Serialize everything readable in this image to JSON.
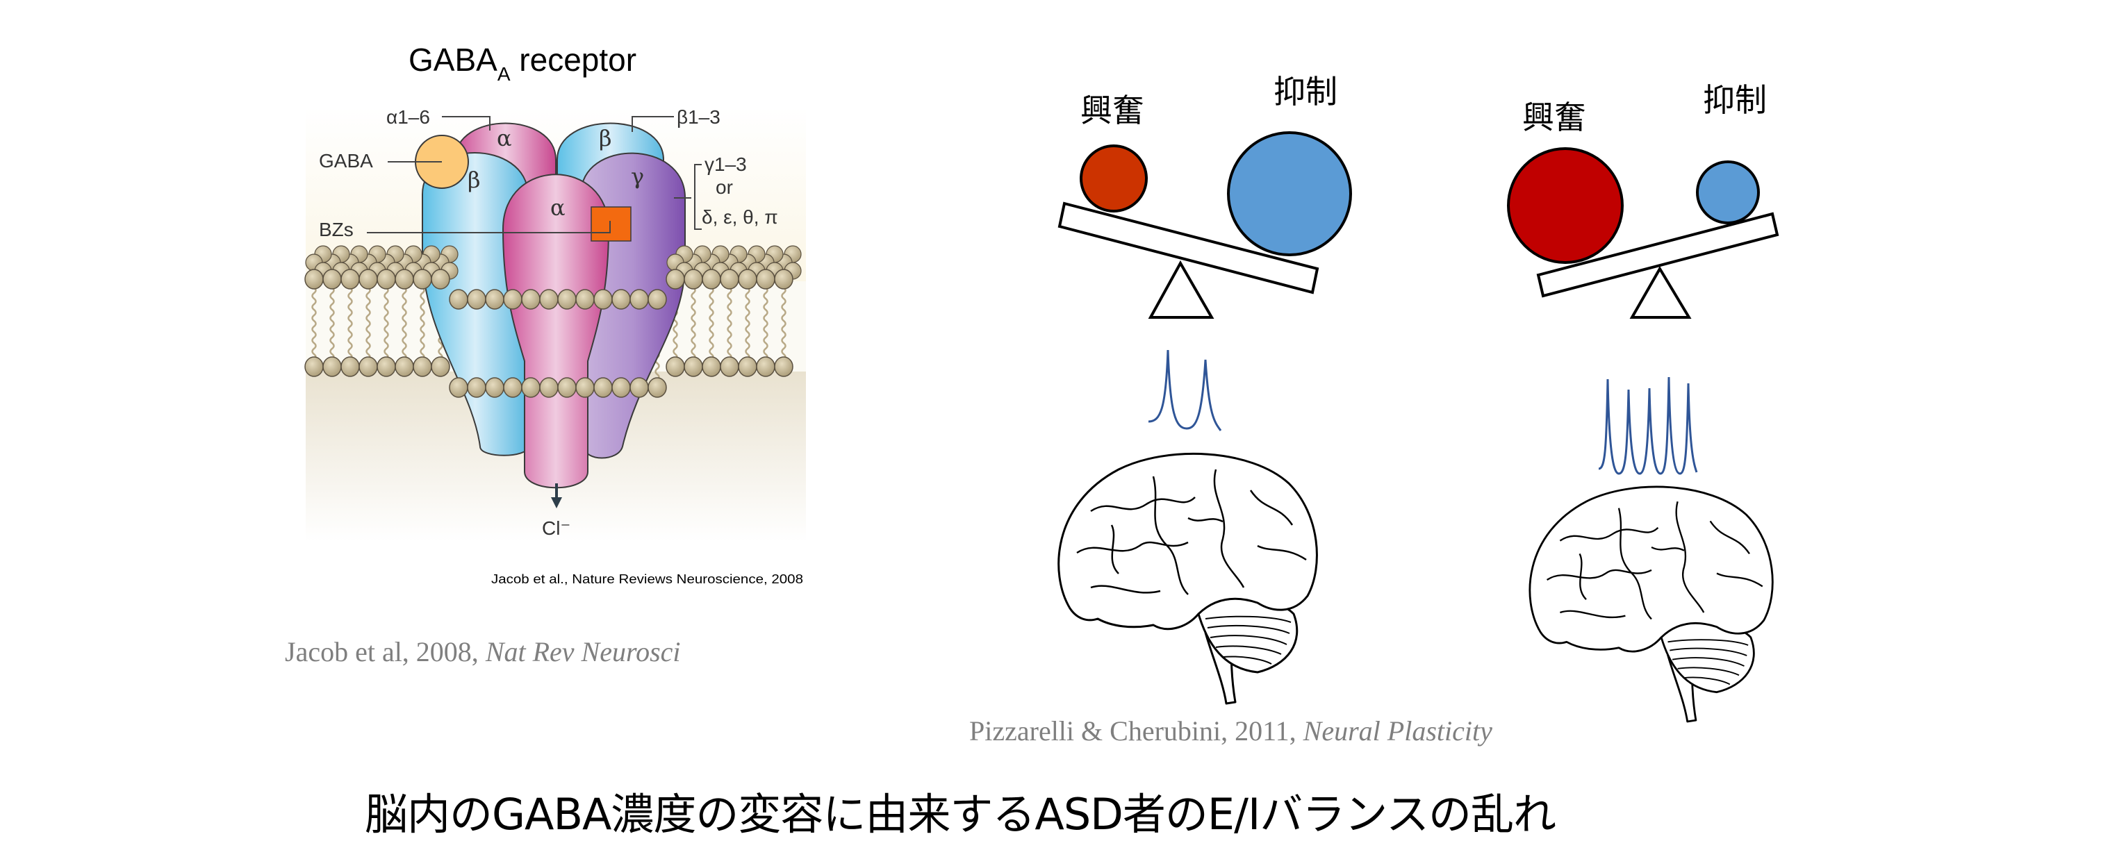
{
  "gaba_figure": {
    "title_main": "GABA",
    "title_sub": "A",
    "title_rest": " receptor",
    "labels": {
      "alpha_range": "α1–6",
      "beta_range": "β1–3",
      "gaba": "GABA",
      "bzs": "BZs",
      "gamma_range": "γ1–3",
      "or": "or",
      "other_subunits": "δ, ε, θ, π",
      "cl": "Cl⁻"
    },
    "subunits": {
      "alpha_back": "α",
      "beta_back": "β",
      "beta_front": "β",
      "alpha_front": "α",
      "gamma": "γ"
    },
    "source_small": "Jacob et al., Nature Reviews Neuroscience, 2008",
    "citation_authors": "Jacob et al, 2008, ",
    "citation_journal": "Nat Rev Neurosci"
  },
  "balance_normal": {
    "excitation_label": "興奮",
    "inhibition_label": "抑制",
    "excitation_color": "#cc3300",
    "inhibition_color": "#5b9bd5",
    "spike_count": 2
  },
  "balance_asd": {
    "excitation_label": "興奮",
    "inhibition_label": "抑制",
    "excitation_color": "#c00000",
    "inhibition_color": "#5b9bd5",
    "spike_count": 5
  },
  "balance_citation_authors": "Pizzarelli & Cherubini, 2011, ",
  "balance_citation_journal": "Neural Plasticity",
  "spike_color": "#2f5597",
  "bottom_title": "脳内のGABA濃度の変容に由来するASD者のE/Iバランスの乱れ"
}
